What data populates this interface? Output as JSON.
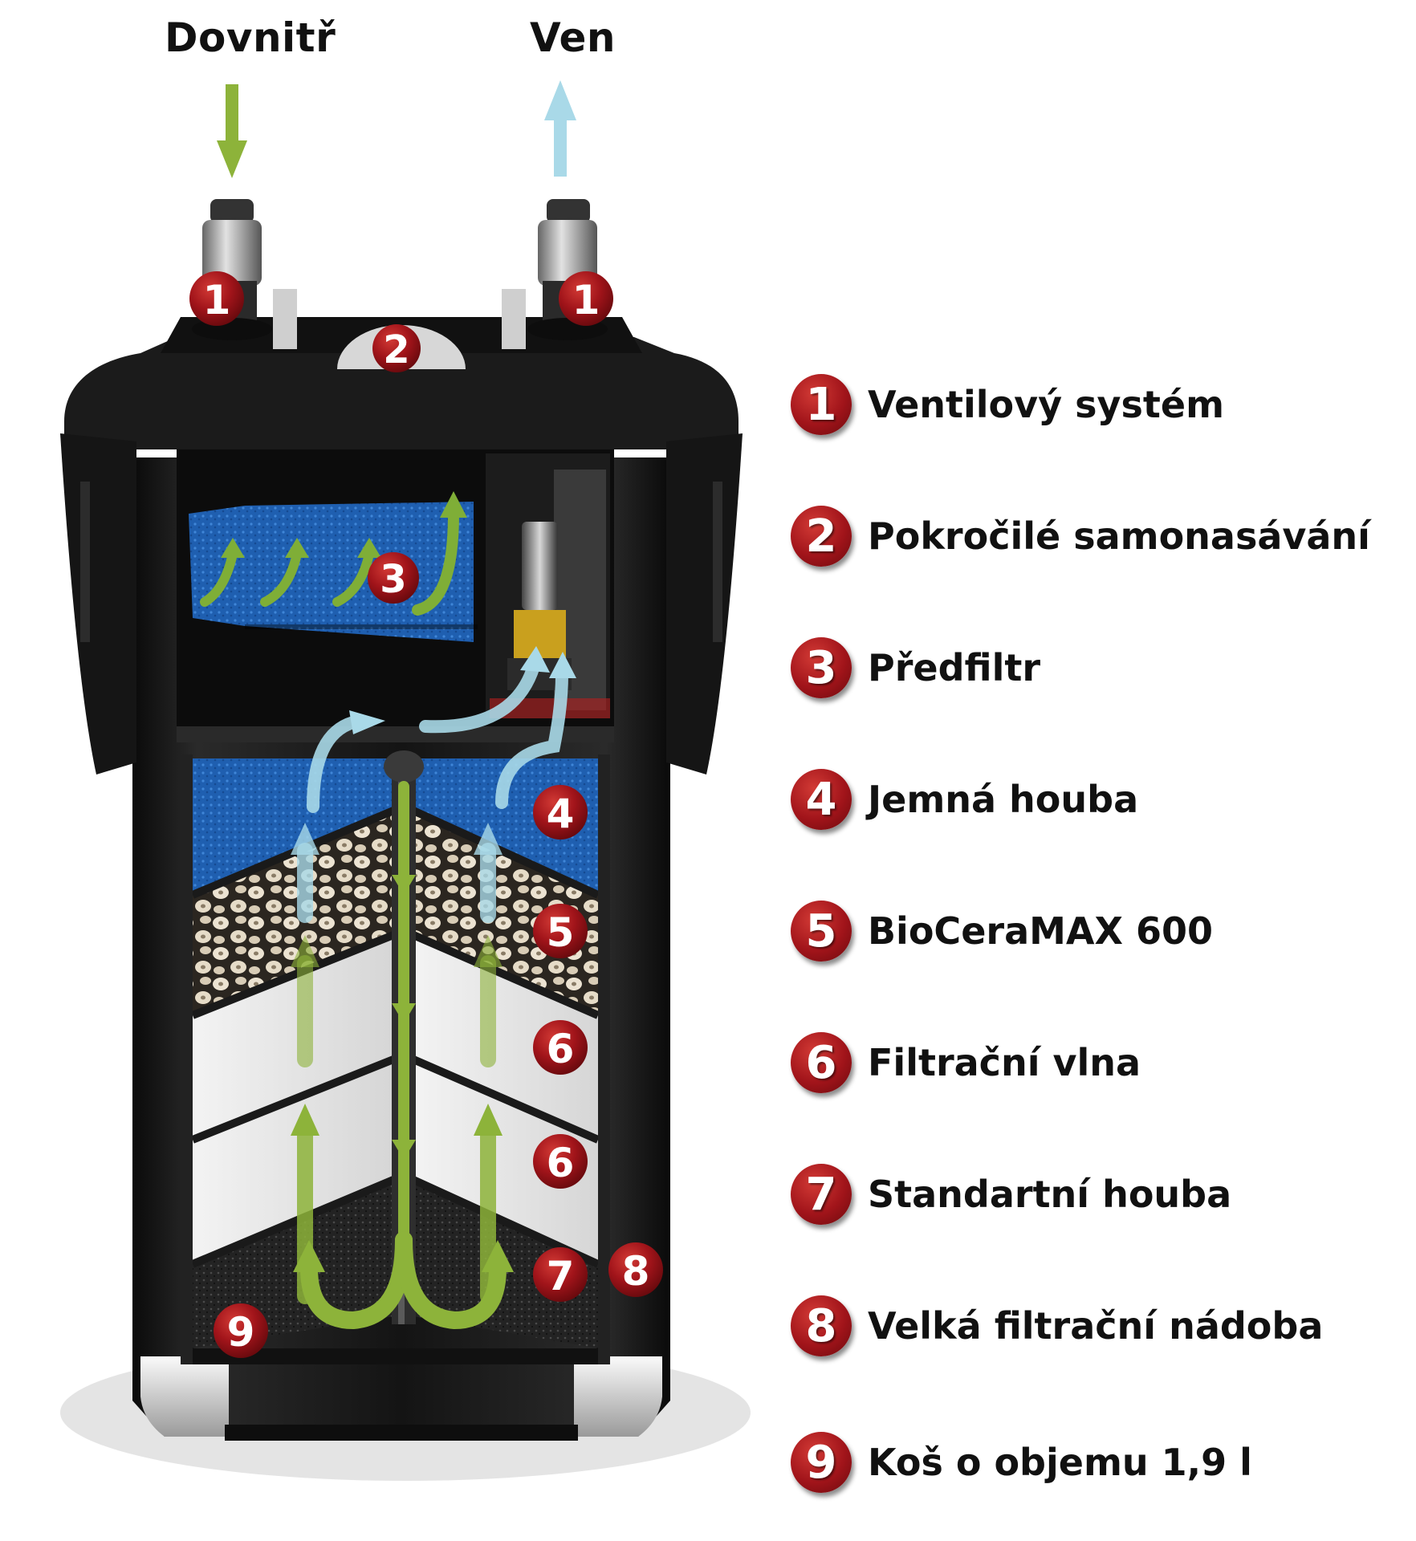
{
  "flow": {
    "inlet": "Dovnitř",
    "outlet": "Ven"
  },
  "colors": {
    "badge": "#a1141a",
    "inflow_arrow": "#8db33a",
    "outflow_arrow": "#a9d9e8",
    "housing": "#141414",
    "blue_sponge": "#1f5fb0"
  },
  "callouts": {
    "c1a": "1",
    "c1b": "1",
    "c2": "2",
    "c3": "3",
    "c4": "4",
    "c5": "5",
    "c6a": "6",
    "c6b": "6",
    "c7": "7",
    "c8": "8",
    "c9": "9"
  },
  "legend": [
    {
      "num": "1",
      "label": "Ventilový systém"
    },
    {
      "num": "2",
      "label": "Pokročilé samonasávání"
    },
    {
      "num": "3",
      "label": "Předfiltr"
    },
    {
      "num": "4",
      "label": "Jemná houba"
    },
    {
      "num": "5",
      "label": "BioCeraMAX 600"
    },
    {
      "num": "6",
      "label": "Filtrační vlna"
    },
    {
      "num": "7",
      "label": "Standartní houba"
    },
    {
      "num": "8",
      "label": "Velká filtrační nádoba"
    },
    {
      "num": "9",
      "label": "Koš o objemu 1,9 l"
    }
  ]
}
